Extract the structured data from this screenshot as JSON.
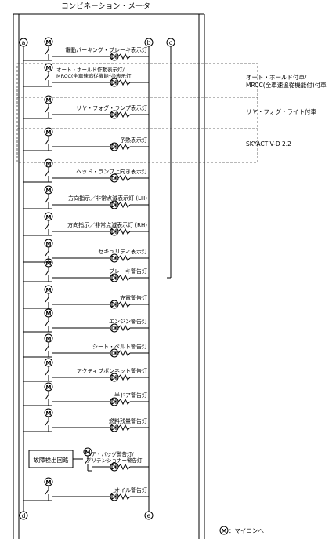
{
  "diagram": {
    "title": "コンビネーション・メータ",
    "terminals": {
      "a": "a",
      "b": "b",
      "c": "c",
      "d": "d",
      "e": "e"
    },
    "micro_symbol": "M",
    "micro_legend": "：マイコンへ",
    "fault_circuit": "故障検出回路",
    "rows": [
      {
        "label": "電動パーキング・ブレーキ表示灯"
      },
      {
        "label": "オート・ホールド作動表示灯/",
        "label2": "MRCC(全車速追従機能付)表示灯"
      },
      {
        "label": "リヤ・フォグ・ランプ表示灯"
      },
      {
        "label": "予熱表示灯"
      },
      {
        "label": "ヘッド・ランプ上向き表示灯"
      },
      {
        "label": "方向指示／非常点滅表示灯 (LH)"
      },
      {
        "label": "方向指示／非常点滅表示灯 (RH)"
      },
      {
        "label": "セキュリティ表示灯"
      },
      {
        "label": "ブレーキ警告灯"
      },
      {
        "label": "充電警告灯"
      },
      {
        "label": "エンジン警告灯"
      },
      {
        "label": "シート・ベルト警告灯"
      },
      {
        "label": "アクティブボンネット警告灯"
      },
      {
        "label": "半ドア警告灯"
      },
      {
        "label": "燃料残量警告灯"
      },
      {
        "label": "エア・バッグ警告灯/",
        "label2": "プリテンショナー警告灯"
      },
      {
        "label": "オイル警告灯"
      }
    ],
    "notes": [
      {
        "line1": "オート・ホールド付車/",
        "line2": "MRCC(全車速追従機能付)付車"
      },
      {
        "line1": "リヤ・フォグ・ライト付車"
      },
      {
        "line1": "SKYACTIV-D 2.2"
      }
    ]
  }
}
